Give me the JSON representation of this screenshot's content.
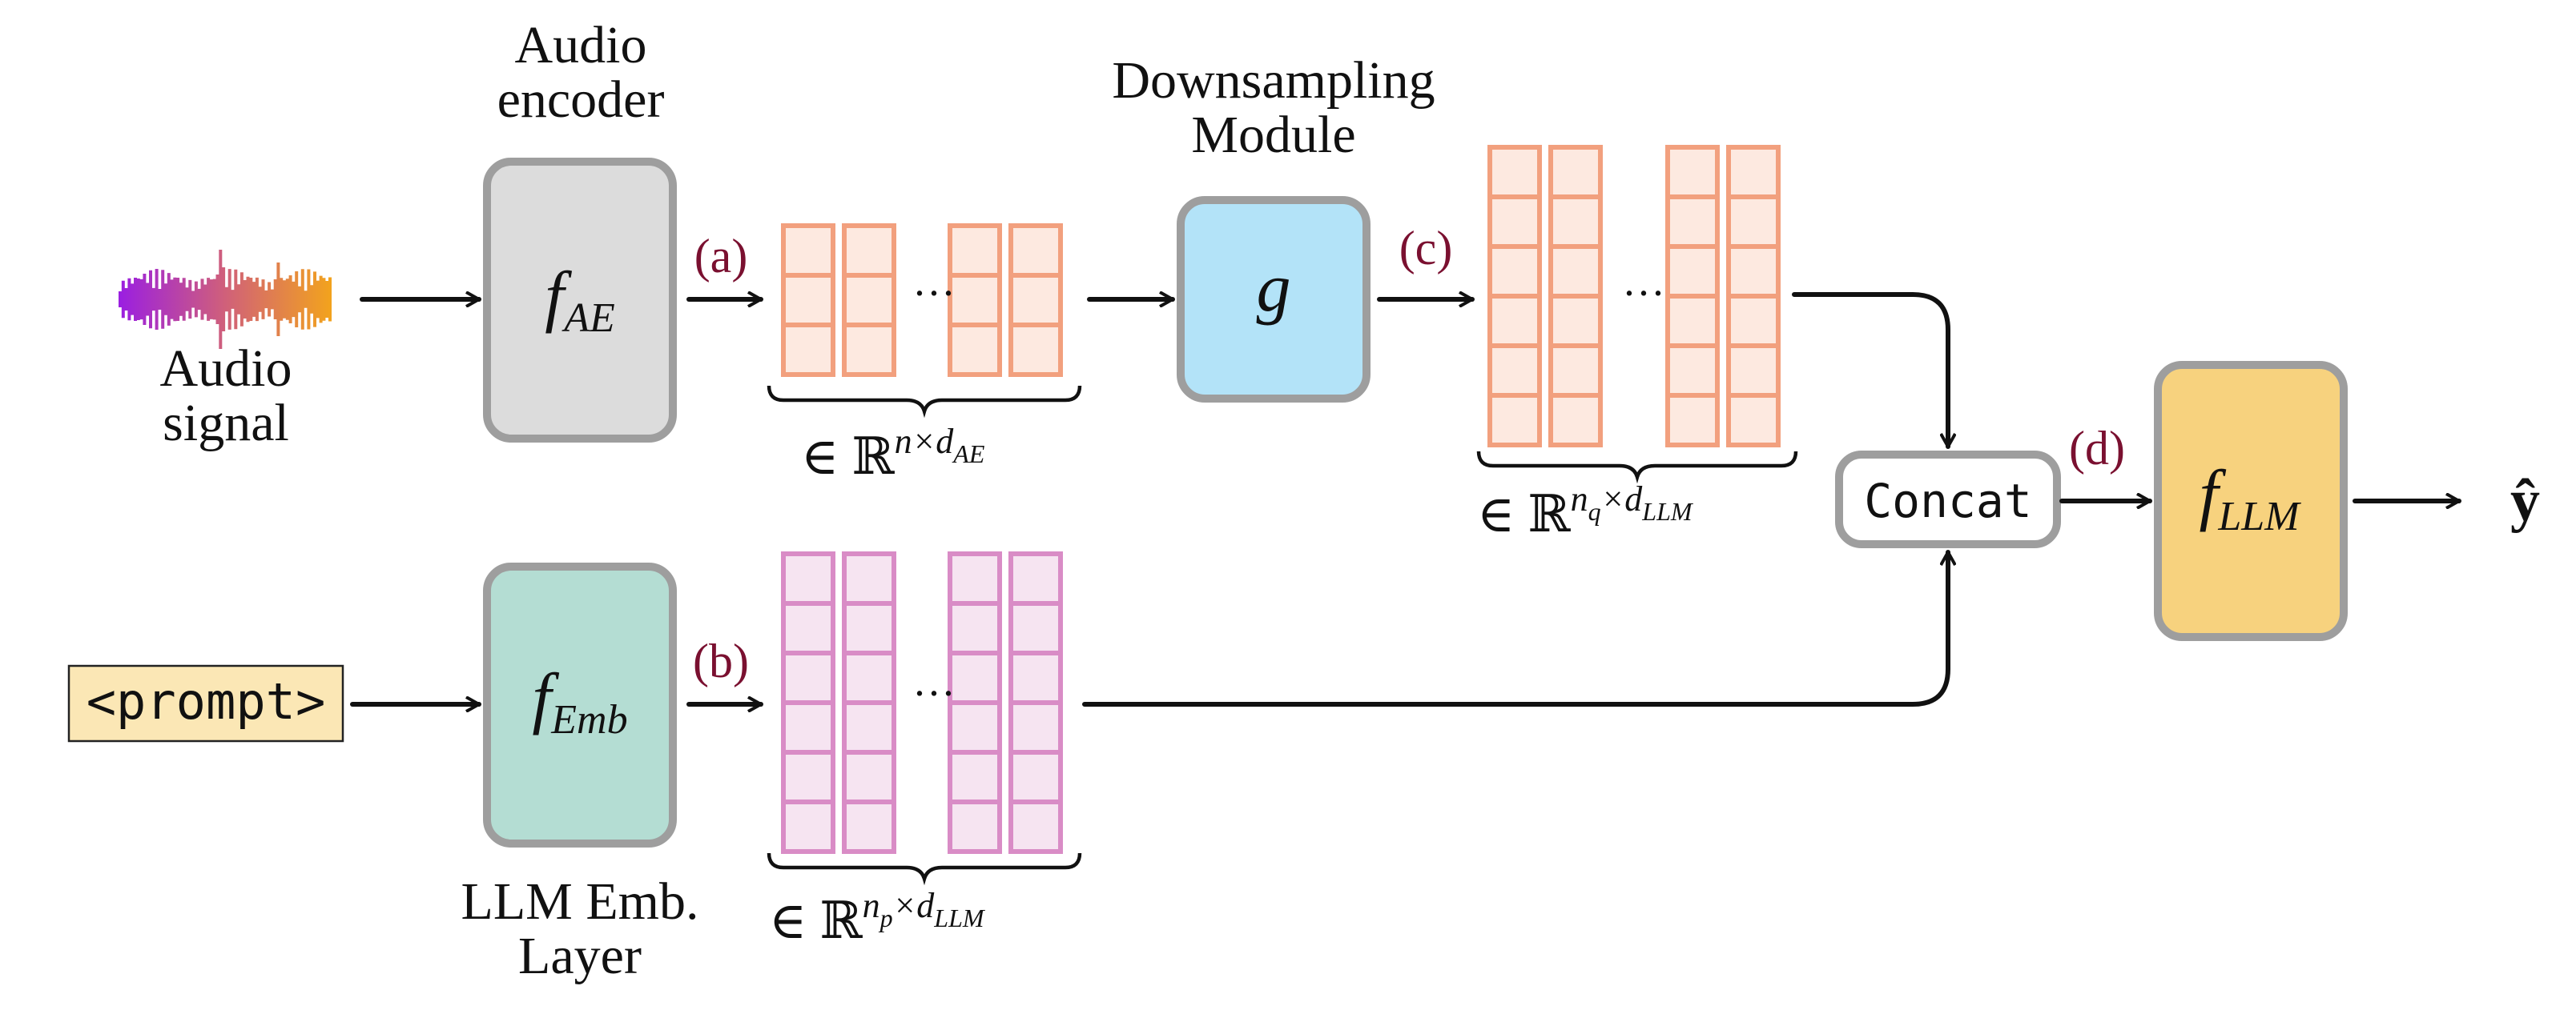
{
  "labels": {
    "audio_encoder_line1": "Audio",
    "audio_encoder_line2": "encoder",
    "downsampling_line1": "Downsampling",
    "downsampling_line2": "Module",
    "audio_signal_line1": "Audio",
    "audio_signal_line2": "signal",
    "llm_emb_line1": "LLM Emb.",
    "llm_emb_line2": "Layer"
  },
  "steps": {
    "a": "(a)",
    "b": "(b)",
    "c": "(c)",
    "d": "(d)"
  },
  "blocks": {
    "f_ae": {
      "base": "f",
      "sub": "AE"
    },
    "f_emb": {
      "base": "f",
      "sub": "Emb"
    },
    "g": {
      "base": "g"
    },
    "f_llm": {
      "base": "f",
      "sub": "LLM"
    },
    "concat": "Concat",
    "prompt": "<prompt>",
    "output": "ŷ"
  },
  "dims": {
    "ae": {
      "in": "∈ ℝ",
      "sup": "n×d",
      "sup_sub": "AE"
    },
    "llm_q": {
      "in": "∈ ℝ",
      "sup1": "n",
      "sup1_sub": "q",
      "sup2": "×d",
      "sup2_sub": "LLM"
    },
    "llm_p": {
      "in": "∈ ℝ",
      "sup1": "n",
      "sup1_sub": "p",
      "sup2": "×d",
      "sup2_sub": "LLM"
    }
  },
  "ellipsis": "···",
  "colors": {
    "encoder_fill": "#dcdcdc",
    "emb_fill": "#b4ddd3",
    "g_fill": "#b3e3f8",
    "llm_fill": "#f7d27e",
    "box_border": "#9e9e9e",
    "orange_cell": "#f2a07e",
    "orange_cell_fill": "#fde9e0",
    "pink_cell": "#d98cc6",
    "pink_cell_fill": "#f6e4f1",
    "prompt_fill": "#fbe7b5",
    "step_color": "#7a1030"
  }
}
